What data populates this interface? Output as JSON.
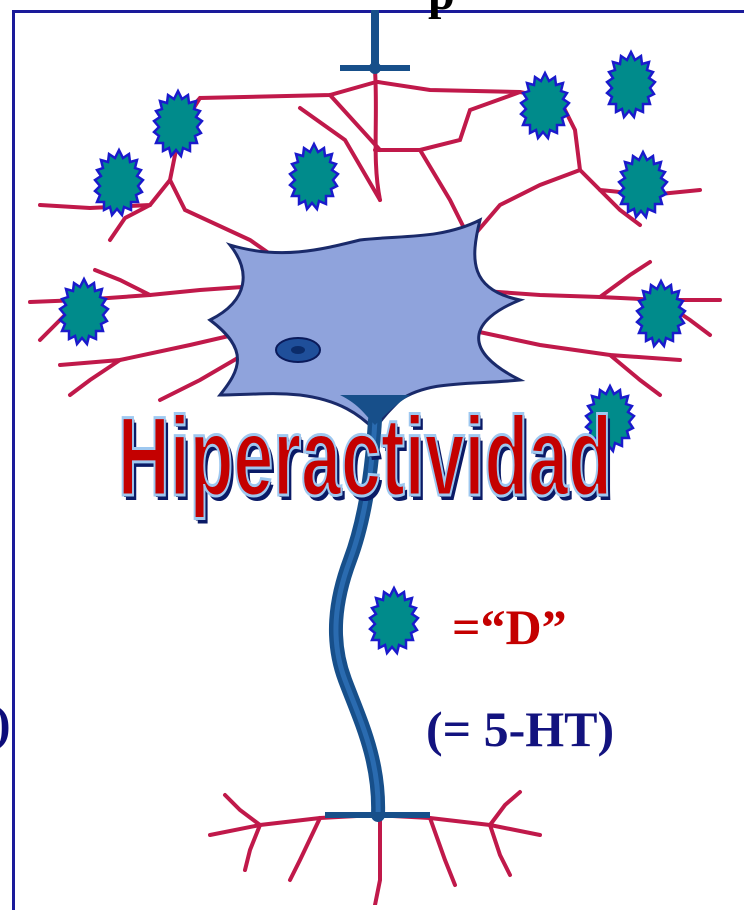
{
  "title": "Hiperactividad",
  "legend": {
    "symbol": "green-star-neurotransmitter-icon",
    "equals_label": "=“D”",
    "serotonin_label": "(= 5-HT)"
  },
  "cropped_text": {
    "top": "p",
    "left": ")"
  },
  "colors": {
    "dendrite": "#c0194a",
    "soma_fill": "#8fa3dc",
    "axon": "#174f8a",
    "star_fill": "#008b8b",
    "star_stroke": "#1a1acc",
    "title_fill": "#c40000",
    "title_outline": "#9ec8f0",
    "border": "#1a1a9a"
  }
}
